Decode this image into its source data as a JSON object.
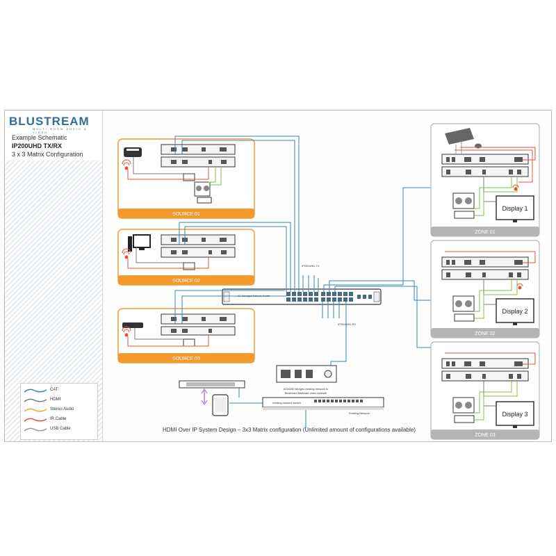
{
  "brand": {
    "logo": "BLUSTREAM",
    "tagline": "MULTI-ROOM AUDIO & VIDEO"
  },
  "subtitle": {
    "line1": "Example Schematic",
    "line2": "IP200UHD TX/RX",
    "line3": "3 x 3 Matrix Configuration"
  },
  "sources": [
    {
      "label": "SOURCE 01"
    },
    {
      "label": "SOURCE 02"
    },
    {
      "label": "SOURCE 03"
    }
  ],
  "zones": [
    {
      "label": "ZONE 01",
      "display": "Display 1"
    },
    {
      "label": "ZONE 02",
      "display": "Display 2"
    },
    {
      "label": "ZONE 03",
      "display": "Display 3"
    }
  ],
  "network": {
    "switch_label": "1G Managed Network Switch",
    "tx_label": "IP200UHD-TX",
    "rx_label": "IP200UHD-RX",
    "bridge_note_line1": "ACM200 Bridges existing network to",
    "bridge_note_line2": "Blustream Multicast video network",
    "existing_switch_label": "existing network switch",
    "existing_network_label": "Existing Network"
  },
  "legend": [
    {
      "label": "CAT",
      "color": "#2e86c1"
    },
    {
      "label": "HDMI",
      "color": "#7a7a7a"
    },
    {
      "label": "Stereo Audio",
      "color": "#f5a623"
    },
    {
      "label": "IR Cable",
      "color": "#e74c3c"
    },
    {
      "label": "USB Cable",
      "color": "#9b9b9b"
    }
  ],
  "caption": "HDMI Over IP System Design – 3x3 Matrix configuration (Unlimited amount of configurations available)",
  "colors": {
    "cat": "#2e86c1",
    "hdmi": "#7a7a7a",
    "audio": "#f5a623",
    "ir": "#e74c3c",
    "usb": "#9b9b9b",
    "green": "#7cc242",
    "source_border": "#f29a2e",
    "zone_border": "#b5b5b5"
  }
}
